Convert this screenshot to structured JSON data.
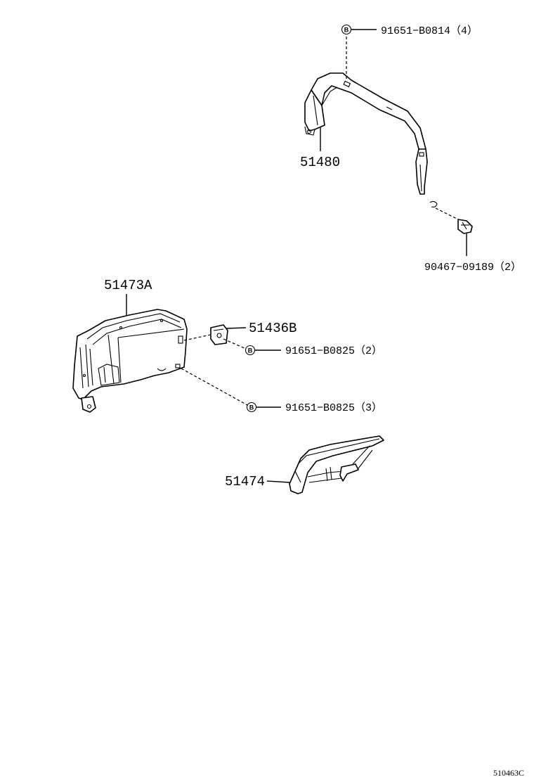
{
  "parts": {
    "p51480": "51480",
    "p51473A": "51473A",
    "p51436B": "51436B",
    "p51474": "51474"
  },
  "fasteners": {
    "bolt_top": "91651−B0814（4）",
    "clip_right": "90467−09189（2）",
    "bolt_mid": "91651−B0825（2）",
    "bolt_low": "91651−B0825（3）"
  },
  "bolt_symbol": "B",
  "diagram_code": "510463C"
}
